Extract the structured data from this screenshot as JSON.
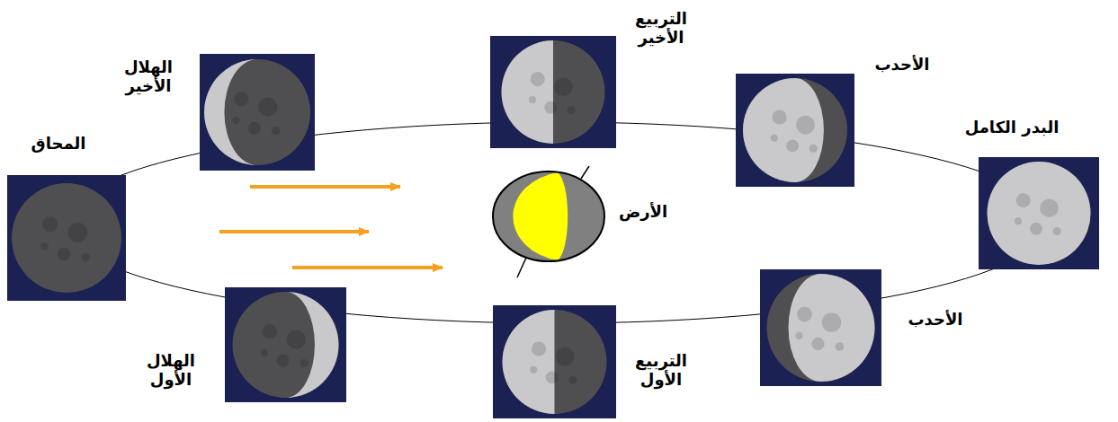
{
  "diagram": {
    "nodes": [
      {
        "text": [
          "المحاق"
        ]
      },
      {
        "text": [
          "الهلال الأخير"
        ]
      },
      {
        "text": [
          "التربيع الأخير"
        ]
      },
      {
        "text": [
          "الأحدب"
        ]
      },
      {
        "text": [
          "البدر الكامل"
        ]
      },
      {
        "text": [
          "الأحدب"
        ]
      },
      {
        "text": [
          "التربيع الأول"
        ]
      },
      {
        "text": [
          "الهلال الأول"
        ]
      },
      {
        "text": [
          "الأرض"
        ]
      }
    ]
  }
}
